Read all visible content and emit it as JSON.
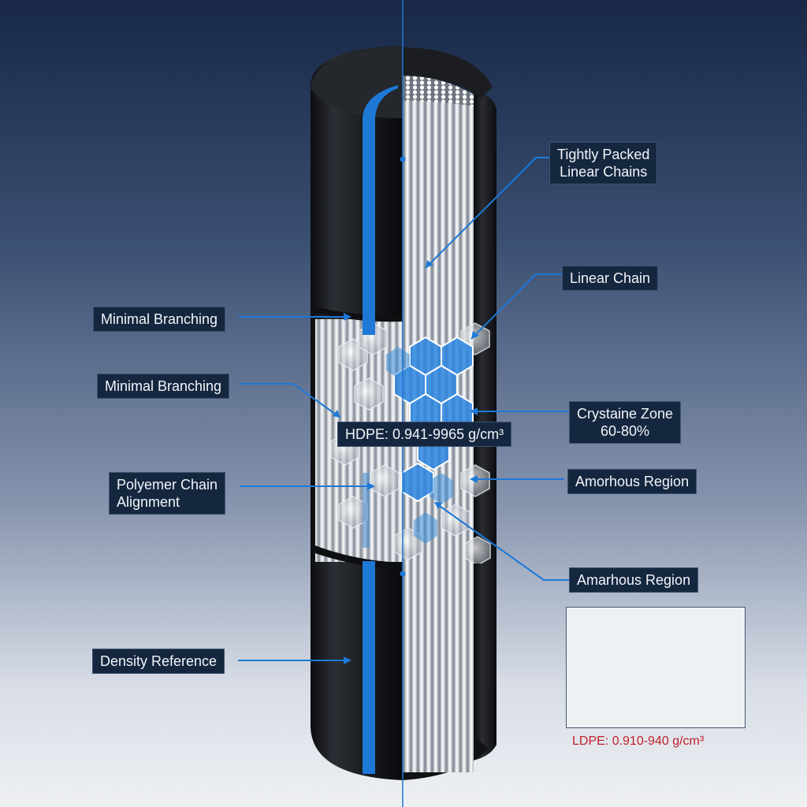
{
  "labels": {
    "tightly_packed": "Tightly Packed\nLinear Chains",
    "linear_chain": "Linear Chain",
    "minimal_branching_1": "Minimal Branching",
    "minimal_branching_2": "Minimal Branching",
    "hdpe_density": "HDPE: 0.941-9965 g/cm³",
    "crystalline_zone": "Crystaine Zone\n60-80%",
    "amorphous_region_1": "Amorhous Region",
    "polymer_alignment": "Polyemer Chain\nAlignment",
    "amorphous_region_2": "Amarhous Region",
    "density_reference": "Density Reference",
    "ldpe_density": "LDPE: 0.910-940 g/cm³"
  },
  "colors": {
    "accent_blue": "#1e78d6",
    "pipe_black": "#141518",
    "label_bg": "#15273f",
    "ldpe_red": "#c0202a"
  }
}
